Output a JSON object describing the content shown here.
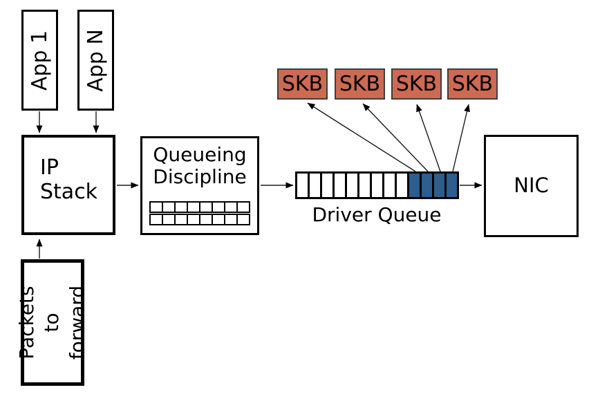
{
  "boxes": {
    "app1": {
      "label": "App 1"
    },
    "appn": {
      "label": "App N"
    },
    "ip_stack": {
      "label": "IP\nStack"
    },
    "packets_forward": {
      "label": "Packets to\nforward"
    },
    "qdisc": {
      "label": "Queueing\nDiscipline",
      "buffer_rows": 2,
      "buffer_cols": 8
    },
    "nic": {
      "label": "NIC"
    }
  },
  "driver_queue": {
    "label": "Driver Queue",
    "empty_cells": 9,
    "filled_cells": 4,
    "empty_color": "#ffffff",
    "filled_color": "#2d5e8e"
  },
  "skb": {
    "label": "SKB",
    "count": 4,
    "fill_color": "#cd6a52"
  },
  "colors": {
    "box_border": "#000000",
    "arrow": "#1a1a1a"
  }
}
